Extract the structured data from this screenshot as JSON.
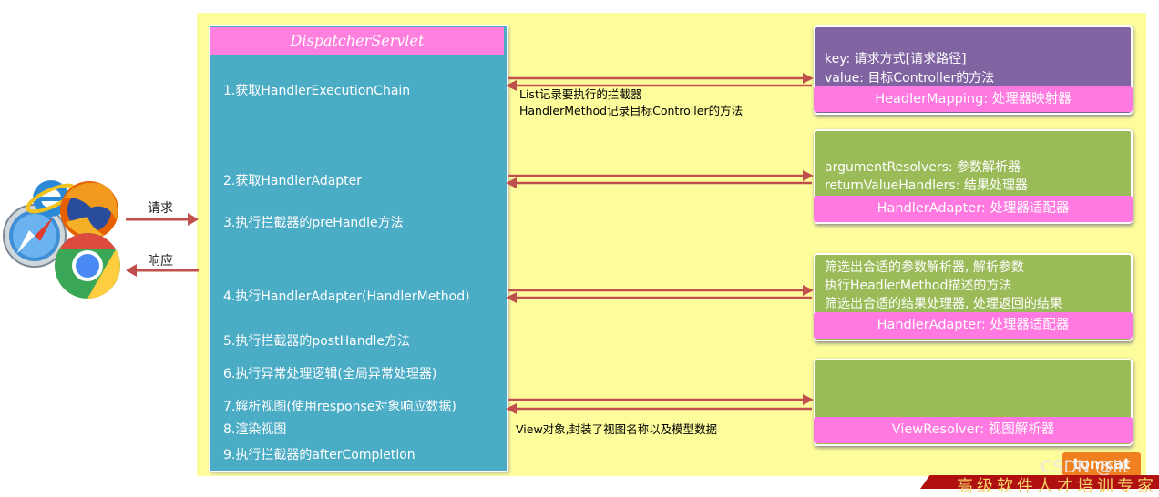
{
  "dispatcher": {
    "title": "DispatcherServlet",
    "steps": [
      "1.获取HandlerExecutionChain",
      "2.获取HandlerAdapter",
      "3.执行拦截器的preHandle方法",
      "4.执行HandlerAdapter(HandlerMethod)",
      "5.执行拦截器的postHandle方法",
      "6.执行异常处理逻辑(全局异常处理器)",
      "7.解析视图(使用response对象响应数据)",
      "8.渲染视图",
      "9.执行拦截器的afterCompletion"
    ]
  },
  "client": {
    "request_label": "请求",
    "response_label": "响应",
    "icons": [
      "internet-explorer-icon",
      "firefox-icon",
      "safari-icon",
      "chrome-icon"
    ]
  },
  "panels": [
    {
      "lines": [
        "key: 请求方式[请求路径]",
        "value: 目标Controller的方法"
      ],
      "footer": "HeadlerMapping: 处理器映射器",
      "color": "#8064a2"
    },
    {
      "lines": [
        "argumentResolvers: 参数解析器",
        "returnValueHandlers: 结果处理器"
      ],
      "footer": "HandlerAdapter: 处理器适配器",
      "color": "#9bbb59"
    },
    {
      "lines": [
        "筛选出合适的参数解析器, 解析参数",
        "执行HeadlerMethod描述的方法",
        "筛选出合适的结果处理器, 处理返回的结果"
      ],
      "footer": "HandlerAdapter: 处理器适配器",
      "color": "#9bbb59"
    },
    {
      "lines": [],
      "footer": "ViewResolver: 视图解析器",
      "color": "#9bbb59"
    }
  ],
  "notes": {
    "mapping_note_1": "List记录要执行的拦截器",
    "mapping_note_2": "HandlerMethod记录目标Controller的方法",
    "view_note": "View对象,封装了视图名称以及模型数据"
  },
  "branding": {
    "tomcat": "tomcat",
    "csdn": "CSDN @lit",
    "banner": "高级软件人才培训专家"
  },
  "colors": {
    "background_yellow": "#fdfd9c",
    "dispatcher_blue": "#4bacc6",
    "header_pink": "#ff7fdf",
    "arrow_red": "#c0504d"
  }
}
